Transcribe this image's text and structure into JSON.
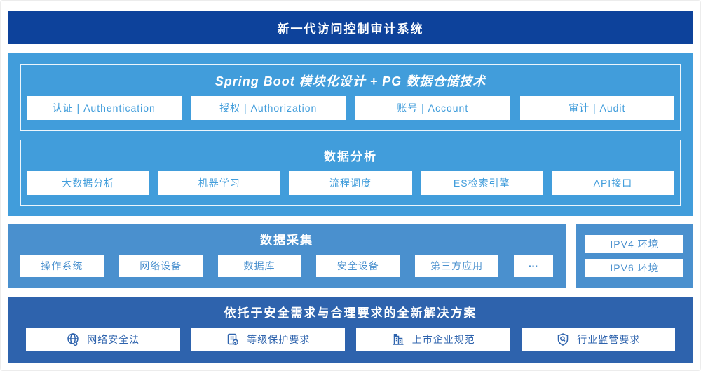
{
  "header": {
    "title": "新一代访问控制审计系统"
  },
  "platform": {
    "title": "Spring Boot 模块化设计 + PG 数据仓储技术",
    "modules": [
      {
        "label": "认证 | Authentication"
      },
      {
        "label": "授权 | Authorization"
      },
      {
        "label": "账号 | Account"
      },
      {
        "label": "审计 | Audit"
      }
    ],
    "analysis": {
      "title": "数据分析",
      "items": [
        {
          "label": "大数据分析"
        },
        {
          "label": "机器学习"
        },
        {
          "label": "流程调度"
        },
        {
          "label": "ES检索引擎"
        },
        {
          "label": "API接口"
        }
      ]
    }
  },
  "collection": {
    "title": "数据采集",
    "items": [
      {
        "label": "操作系统"
      },
      {
        "label": "网络设备"
      },
      {
        "label": "数据库"
      },
      {
        "label": "安全设备"
      },
      {
        "label": "第三方应用"
      },
      {
        "label": "···"
      }
    ]
  },
  "environments": {
    "items": [
      {
        "label": "IPV4 环境"
      },
      {
        "label": "IPV6 环境"
      }
    ]
  },
  "solution": {
    "title": "依托于安全需求与合理要求的全新解决方案",
    "items": [
      {
        "label": "网络安全法",
        "icon": "globe-icon"
      },
      {
        "label": "等级保护要求",
        "icon": "checklist-check-icon"
      },
      {
        "label": "上市企业规范",
        "icon": "building-icon"
      },
      {
        "label": "行业监管要求",
        "icon": "shield-search-icon"
      }
    ]
  },
  "colors": {
    "header_blue": "#0d429b",
    "platform_blue": "#419ddb",
    "collection_blue": "#4a90ce",
    "solution_blue": "#2e63ad",
    "white": "#ffffff"
  }
}
